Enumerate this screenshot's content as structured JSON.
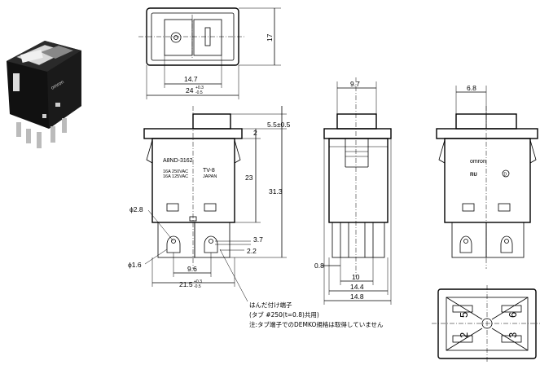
{
  "labels": {
    "model": "A8ND-3162",
    "rating1": "16A 250VAC",
    "rating2": "16A 125VAC",
    "tv": "TV-8",
    "origin": "JAPAN",
    "brand": "omron"
  },
  "dimensions": {
    "top_height": "17",
    "inner_width": "14.7",
    "outer_width": "24",
    "outer_width_tol_plus": "+0.3",
    "outer_width_tol_minus": "-0.5",
    "button_width": "9.7",
    "side_width": "6.8",
    "cap_height": "5.5±0.5",
    "step": "2",
    "body_height": "23",
    "total_height": "31.3",
    "hole_dia": "ϕ2.8",
    "pin_offset": "3.7",
    "pin_offset2": "2.2",
    "pin_dia": "ϕ1.6",
    "pitch": "9.6",
    "base_width": "21.5",
    "base_width_tol_plus": "+0.3",
    "base_width_tol_minus": "-0.5",
    "tab_thickness": "0.8",
    "side_pitch": "10",
    "side_body": "14.4",
    "side_overall": "14.8"
  },
  "notes": {
    "line1": "はんだ付け端子",
    "line2": "(タブ #250(t=0.8)共用)",
    "line3": "注:タブ端子でのDEMKO規格は取得していません"
  },
  "terminals": {
    "t5": "5",
    "t6": "6",
    "t2": "2",
    "t3": "3"
  }
}
